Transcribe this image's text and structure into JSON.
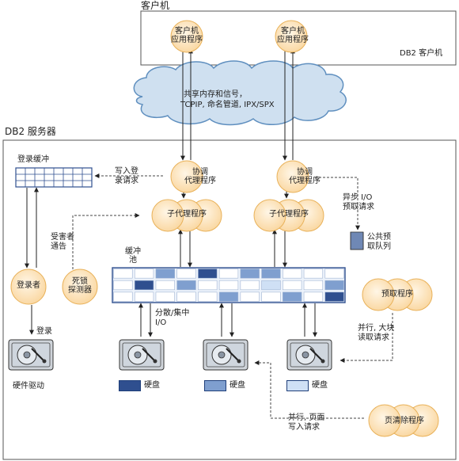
{
  "client_section": {
    "title": "客户机",
    "footer": "DB2 客户机"
  },
  "client_apps": [
    {
      "label": "客户机\n应用程序"
    },
    {
      "label": "客户机\n应用程序"
    }
  ],
  "cloud": {
    "line1": "共享内存和信号，",
    "line2": "TCPIP, 命名管道, IPX/SPX"
  },
  "server_section": {
    "title": "DB2 服务器"
  },
  "login_buffer": {
    "label": "登录缓冲"
  },
  "coordinators": [
    {
      "label": "协调\n代理程序"
    },
    {
      "label": "协调\n代理程序"
    }
  ],
  "subagents": [
    {
      "label": "子代理程序"
    },
    {
      "label": "子代理程序"
    }
  ],
  "buffer_pool": {
    "label": "缓冲\n池"
  },
  "logger": {
    "label": "登录者"
  },
  "deadlock_detector": {
    "label": "死锁\n探测器"
  },
  "prefetcher": {
    "label": "预取程序"
  },
  "page_cleaner": {
    "label": "页清除程序"
  },
  "public_queue": {
    "label": "公共预\n取队列"
  },
  "annotations": {
    "write_login": "写入登\n录请求",
    "victim_notify": "受害者\n通告",
    "async_io": "异步 I/O\n预取请求",
    "scatter_io": "分散/集中\nI/O",
    "login_write": "登录",
    "hw_driver": "硬件驱动",
    "parallel_big": "并行, 大块\n读取请求",
    "parallel_page": "并行, 页面\n写入请求"
  },
  "legend": [
    {
      "label": "硬盘",
      "color": "#2f4f8f"
    },
    {
      "label": "硬盘",
      "color": "#7f9fcf"
    },
    {
      "label": "硬盘",
      "color": "#cfe0f5"
    }
  ],
  "colors": {
    "node_fill": "#fde6bf",
    "node_stroke": "#e9b25a",
    "cloud_fill": "#cfe0f0",
    "cloud_stroke": "#5f8fbf",
    "dark_blue": "#2f4f8f",
    "mid_blue": "#7f9fcf",
    "light_blue": "#cfe0f5",
    "pool_bg": "#edf3fb",
    "line": "#222222"
  }
}
